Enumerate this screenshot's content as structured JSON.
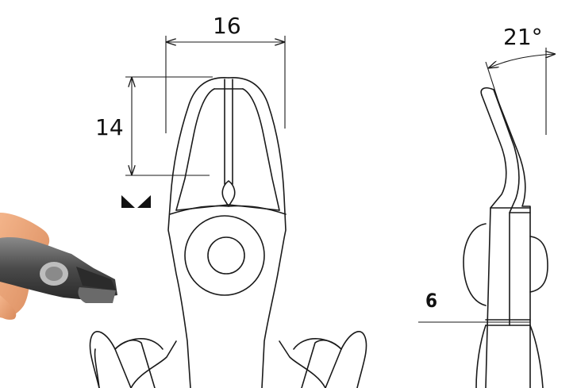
{
  "dimensions": {
    "head_width": "16",
    "head_length": "14",
    "jaw_angle": "21°",
    "blade_thickness": "6"
  },
  "icons": {
    "cutting_edge_symbol": "flush-cut-symbol-icon",
    "photo": "cutter-in-hand-photo"
  }
}
